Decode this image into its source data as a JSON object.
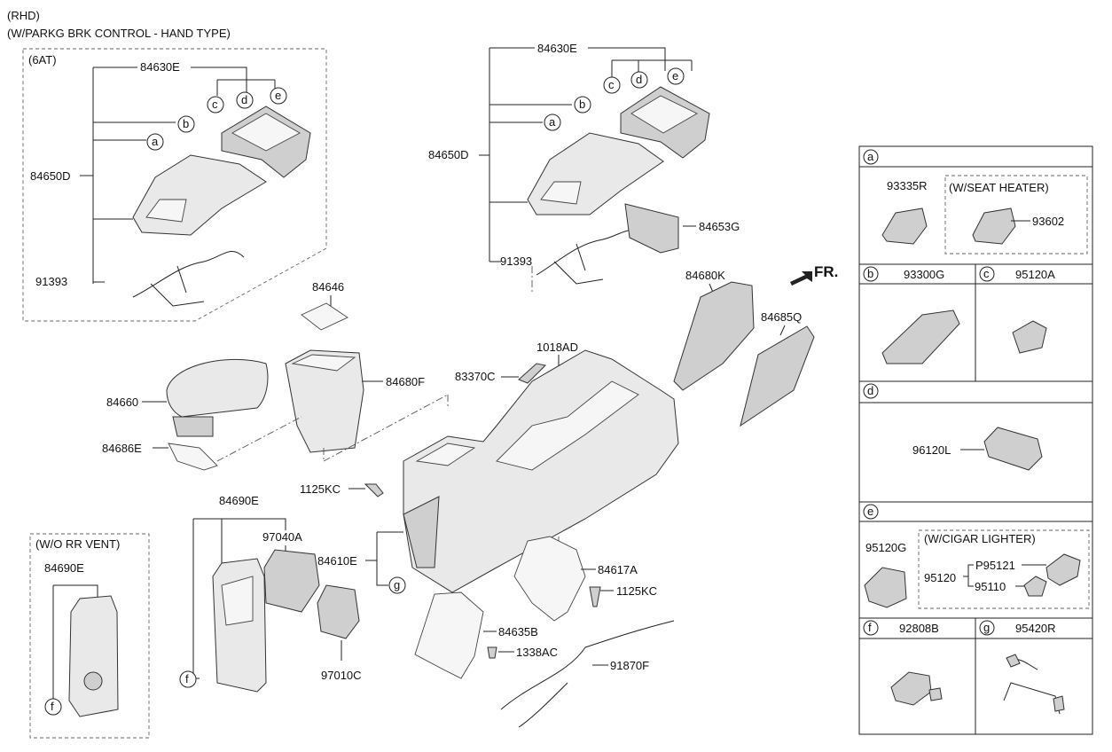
{
  "header": {
    "line1": "(RHD)",
    "line2": "(W/PARKG BRK CONTROL - HAND TYPE)"
  },
  "box_6at": {
    "label": "(6AT)"
  },
  "box_wo_rr_vent": {
    "label": "(W/O RR VENT)"
  },
  "parts": {
    "p84630E_left": "84630E",
    "p84650D_left": "84650D",
    "p91393_left": "91393",
    "p84630E_right": "84630E",
    "p84650D_right": "84650D",
    "p91393_right": "91393",
    "p84653G": "84653G",
    "p84646": "84646",
    "p84680F": "84680F",
    "p84660": "84660",
    "p84686E": "84686E",
    "p1018AD": "1018AD",
    "p83370C": "83370C",
    "p84680K": "84680K",
    "p84685Q": "84685Q",
    "p1125KC_a": "1125KC",
    "p84690E": "84690E",
    "p97040A": "97040A",
    "p84610E": "84610E",
    "p84617A": "84617A",
    "p1125KC_b": "1125KC",
    "p84635B": "84635B",
    "p1338AC": "1338AC",
    "p97010C": "97010C",
    "p91870F": "91870F",
    "p84690E_vent": "84690E"
  },
  "fr_label": "FR.",
  "callouts": {
    "a": "a",
    "b": "b",
    "c": "c",
    "d": "d",
    "e": "e",
    "f": "f",
    "g": "g"
  },
  "legend": {
    "a": {
      "key": "a",
      "part1": "93335R",
      "variant": "(W/SEAT HEATER)",
      "part2": "93602"
    },
    "b": {
      "key": "b",
      "part": "93300G"
    },
    "c": {
      "key": "c",
      "part": "95120A"
    },
    "d": {
      "key": "d",
      "part": "96120L"
    },
    "e": {
      "key": "e",
      "part1": "95120G",
      "variant": "(W/CIGAR LIGHTER)",
      "part2": "95120",
      "part3": "P95121",
      "part4": "95110"
    },
    "f": {
      "key": "f",
      "part": "92808B"
    },
    "g": {
      "key": "g",
      "part": "95420R"
    }
  }
}
